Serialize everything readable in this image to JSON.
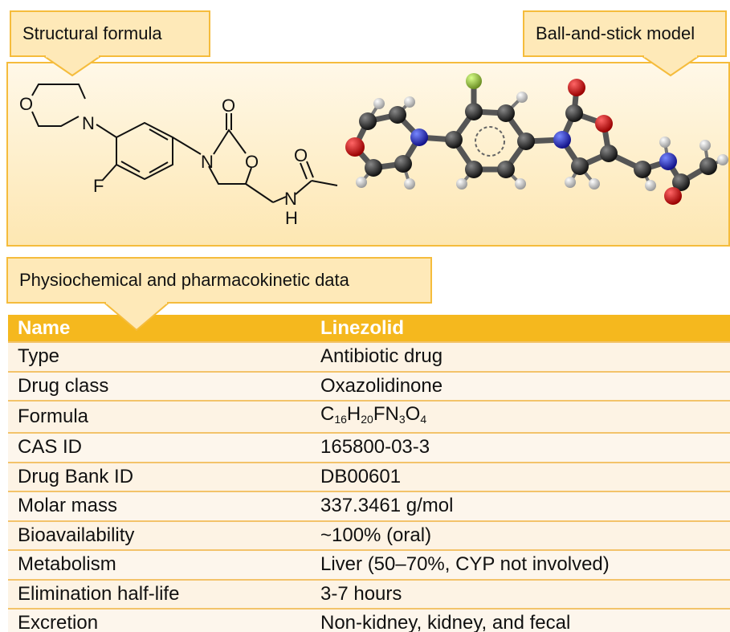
{
  "callouts": {
    "structural": "Structural formula",
    "ball_stick": "Ball-and-stick model",
    "physio": "Physiochemical and pharmacokinetic data"
  },
  "structure_labels": {
    "morph_o": "O",
    "morph_n": "N",
    "fluorine": "F",
    "ox_n": "N",
    "carbonyl_o": "O",
    "ring_o": "O",
    "acetyl_o": "O",
    "amide_n": "N",
    "amide_h": "H"
  },
  "table": {
    "header": {
      "name": "Name",
      "value": "Linezolid"
    },
    "rows": [
      {
        "label": "Type",
        "value": "Antibiotic drug"
      },
      {
        "label": "Drug class",
        "value": "Oxazolidinone"
      },
      {
        "label": "Formula",
        "formula": {
          "c": "C",
          "c_n": "16",
          "h": "H",
          "h_n": "20",
          "fn": "FN",
          "n_n": "3",
          "o": "O",
          "o_n": "4"
        }
      },
      {
        "label": "CAS ID",
        "value": "165800-03-3"
      },
      {
        "label": "Drug Bank ID",
        "value": "DB00601"
      },
      {
        "label": "Molar mass",
        "value": "337.3461 g/mol"
      },
      {
        "label": "Bioavailability",
        "value": "~100% (oral)"
      },
      {
        "label": "Metabolism",
        "value": "Liver (50–70%, CYP not involved)"
      },
      {
        "label": "Elimination half-life",
        "value": "3-7 hours"
      },
      {
        "label": "Excretion",
        "value": "Non-kidney, kidney, and fecal"
      }
    ]
  },
  "colors": {
    "accent": "#f5b81e",
    "border": "#f5bc3c",
    "callout_fill": "#fee9b8",
    "carbon": "#222222",
    "oxygen": "#cc1111",
    "nitrogen": "#2233cc",
    "fluorine": "#9acd32",
    "hydrogen": "#eeeeee"
  }
}
